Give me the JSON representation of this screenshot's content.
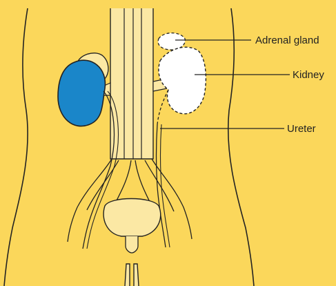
{
  "labels": {
    "adrenal_gland": "Adrenal gland",
    "kidney": "Kidney",
    "ureter": "Ureter"
  },
  "colors": {
    "background": "#FBD75B",
    "tissue_fill": "#FBE8A4",
    "outline": "#222222",
    "left_kidney_fill": "#1A86C9",
    "removed_organ_fill": "#FFFFFF"
  }
}
